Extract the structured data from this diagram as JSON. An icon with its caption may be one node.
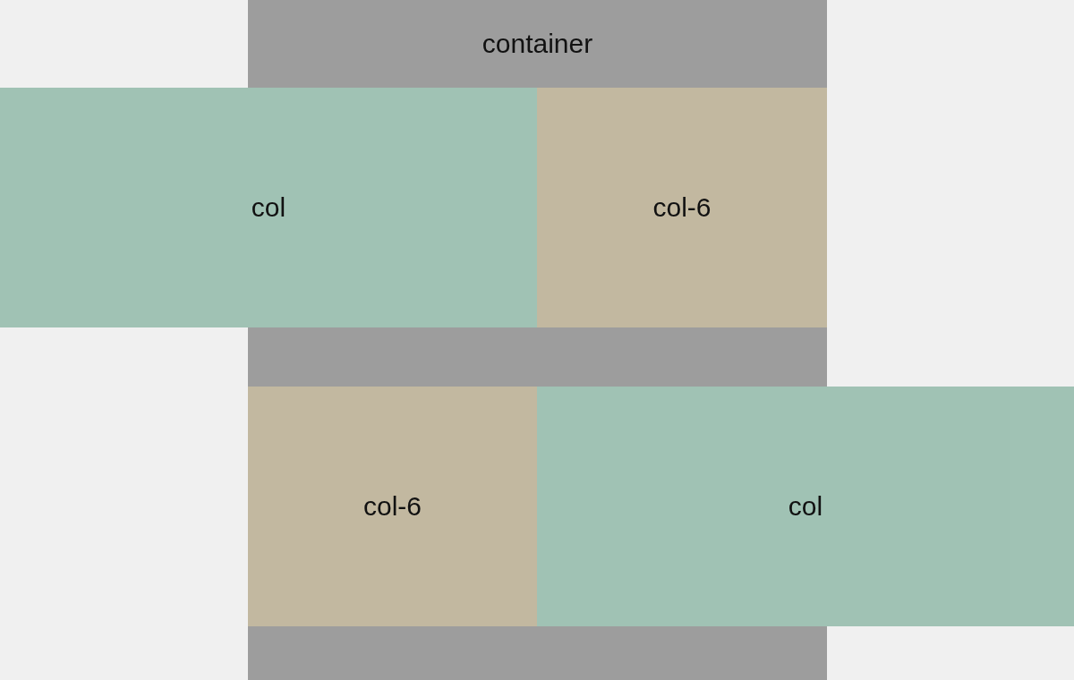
{
  "diagram": {
    "nodes": [
      {
        "text": [
          "container"
        ]
      },
      {
        "text": [
          "col"
        ]
      },
      {
        "text": [
          "col-6"
        ],
        "in": 0
      },
      {
        "text": [
          "col-6"
        ],
        "in": 0
      },
      {
        "text": [
          "col"
        ]
      }
    ]
  }
}
